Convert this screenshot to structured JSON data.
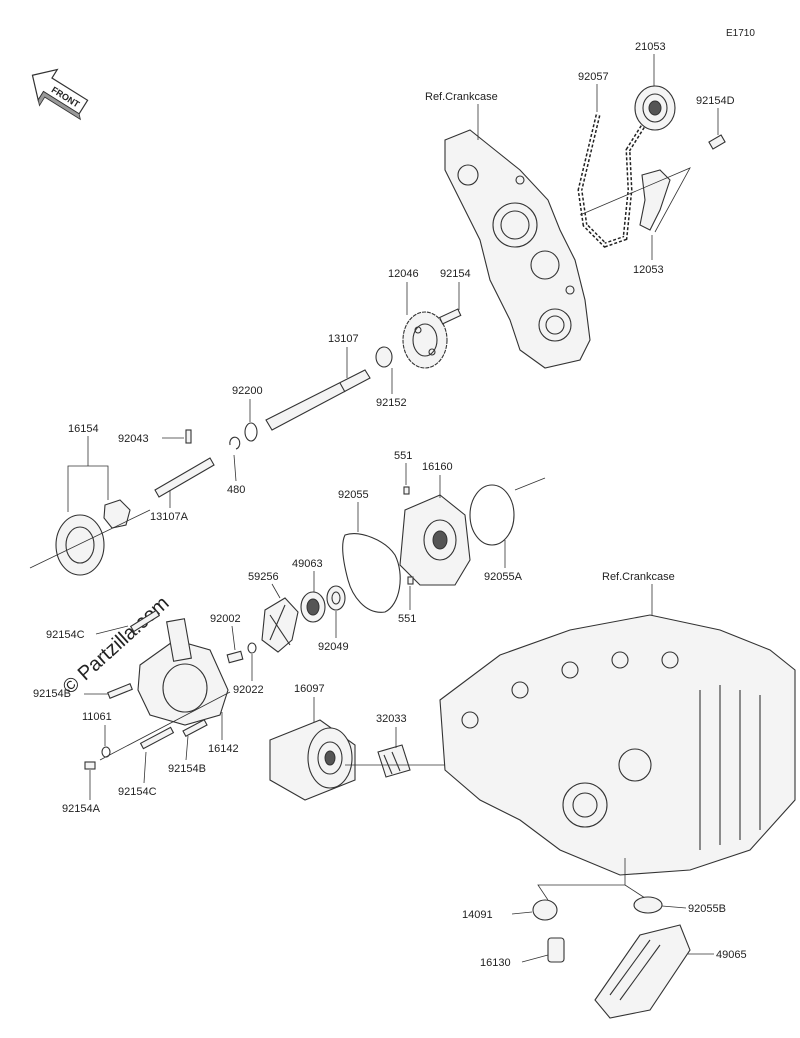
{
  "diagram_code": "E1710",
  "front_label": "FRONT",
  "watermark": "© Partzilla.com",
  "ref_labels": {
    "upper": "Ref.Crankcase",
    "lower": "Ref.Crankcase"
  },
  "part_numbers": {
    "p21053": "21053",
    "p92057": "92057",
    "p92154D": "92154D",
    "p12053": "12053",
    "p12046": "12046",
    "p92154": "92154",
    "p13107": "13107",
    "p92152": "92152",
    "p92200": "92200",
    "p16154": "16154",
    "p92043": "92043",
    "p480": "480",
    "p13107A": "13107A",
    "p551a": "551",
    "p16160": "16160",
    "p92055": "92055",
    "p92055A": "92055A",
    "p551b": "551",
    "p59256": "59256",
    "p49063": "49063",
    "p92002": "92002",
    "p92049": "92049",
    "p92022": "92022",
    "p92154C_top": "92154C",
    "p92154B_left": "92154B",
    "p11061": "11061",
    "p16142": "16142",
    "p92154B": "92154B",
    "p92154C": "92154C",
    "p92154A": "92154A",
    "p16097": "16097",
    "p32033": "32033",
    "p14091": "14091",
    "p92055B": "92055B",
    "p16130": "16130",
    "p49065": "49065"
  }
}
